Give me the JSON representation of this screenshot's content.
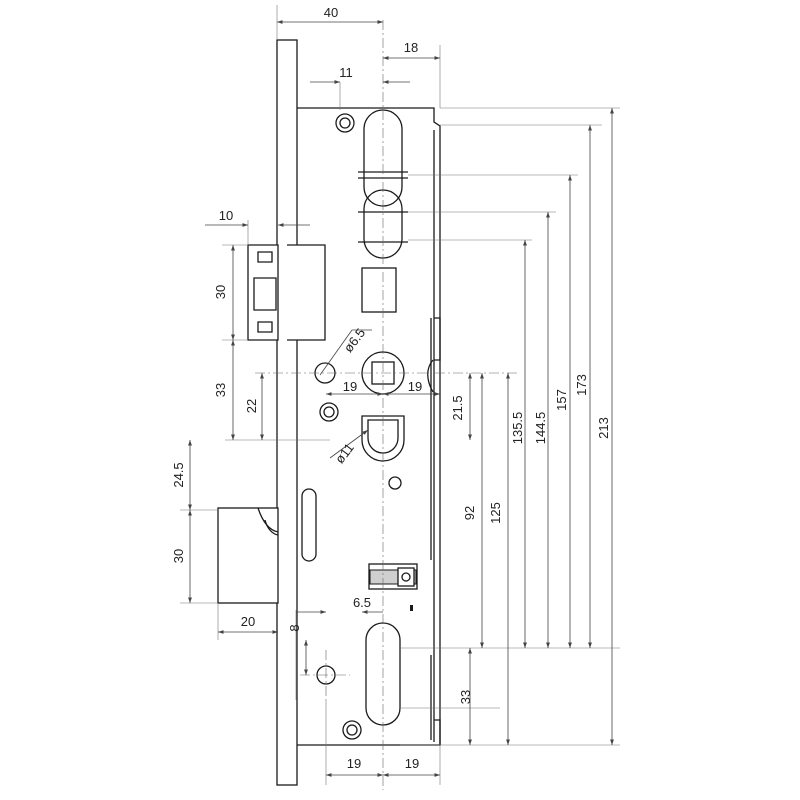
{
  "dimensions": {
    "top_width": "40",
    "top_offset": "18",
    "top_hole": "11",
    "latch_depth": "10",
    "latch_height": "30",
    "latch_offset": "33",
    "follower_offset": "22",
    "hole_small_dia": "ø6.5",
    "follower_left": "19",
    "follower_right": "19",
    "follower_drop": "21.5",
    "hole_large_dia": "ø11",
    "bolt_offset": "24.5",
    "bolt_height": "30",
    "bolt_projection": "20",
    "cyl_offset": "6.5",
    "cyl_gap": "8",
    "backset_left": "19",
    "backset_right": "19",
    "cyl_bottom": "33",
    "dist_92": "92",
    "dist_125": "125",
    "dist_135": "135.5",
    "dist_144": "144.5",
    "dist_157": "157",
    "dist_173": "173",
    "dist_213": "213"
  }
}
